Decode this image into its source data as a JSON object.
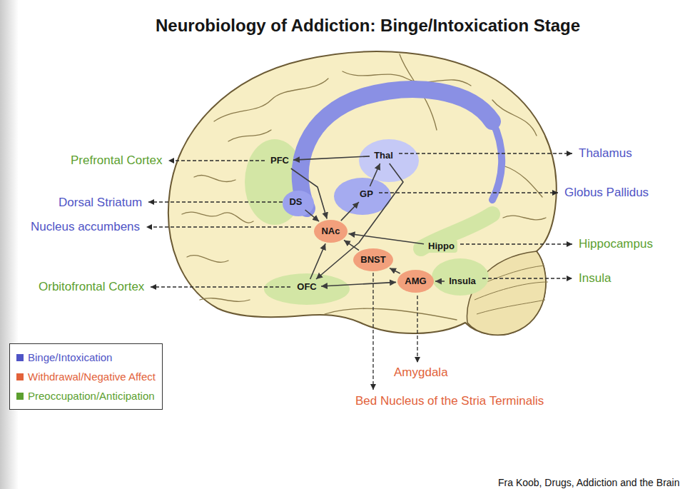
{
  "diagram": {
    "title": "Neurobiology of Addiction: Binge/Intoxication Stage",
    "caption": "Fra Koob, Drugs, Addiction and the Brain",
    "nodes": [
      {
        "text": [
          "PFC"
        ]
      },
      {
        "text": [
          "Thal"
        ]
      },
      {
        "text": [
          "DS"
        ]
      },
      {
        "text": [
          "GP"
        ]
      },
      {
        "text": [
          "NAc"
        ]
      },
      {
        "text": [
          "Hippo"
        ]
      },
      {
        "text": [
          "BNST"
        ]
      },
      {
        "text": [
          "AMG"
        ]
      },
      {
        "text": [
          "Insula"
        ]
      },
      {
        "text": [
          "OFC"
        ]
      }
    ],
    "edges": [
      {
        "from": 0,
        "to": 4,
        "arrow": "to"
      },
      {
        "from": 2,
        "to": 4,
        "arrow": "to"
      },
      {
        "from": 4,
        "to": 3,
        "arrow": "to"
      },
      {
        "from": 3,
        "to": 1,
        "arrow": "to"
      },
      {
        "from": 1,
        "to": 9,
        "arrow": "to"
      },
      {
        "from": 9,
        "to": 4,
        "arrow": "to"
      },
      {
        "from": 5,
        "to": 4,
        "arrow": "to"
      },
      {
        "from": 6,
        "to": 4,
        "arrow": "to"
      },
      {
        "from": 7,
        "to": 6,
        "arrow": "to"
      },
      {
        "from": 8,
        "to": 7,
        "arrow": "to"
      },
      {
        "from": 9,
        "to": 7,
        "arrow": "both"
      },
      {
        "from": 1,
        "to": 0,
        "arrow": "to"
      }
    ],
    "labels": [
      "Prefrontal Cortex",
      "Dorsal Striatum",
      "Nucleus accumbens",
      "Orbitofrontal Cortex",
      "Thalamus",
      "Globus Pallidus",
      "Hippocampus",
      "Insula",
      "Amygdala",
      "Bed Nucleus of the Stria Terminalis"
    ],
    "legend": [
      {
        "text": "Binge/Intoxication",
        "color": "#4f54c6"
      },
      {
        "text": "Withdrawal/Negative Affect",
        "color": "#e2623a"
      },
      {
        "text": "Preoccupation/Anticipation",
        "color": "#5c9f2f"
      }
    ]
  }
}
